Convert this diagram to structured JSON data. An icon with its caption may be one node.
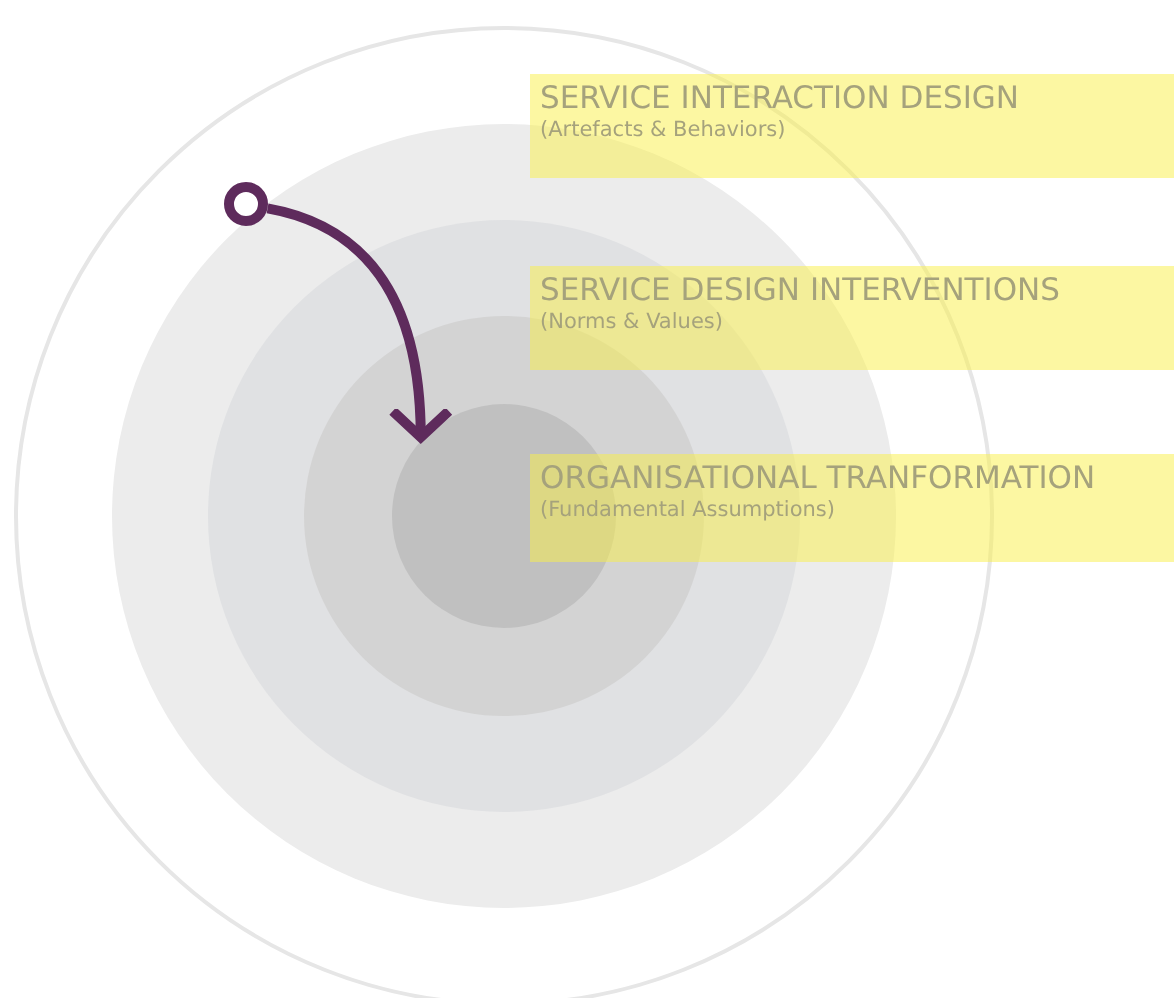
{
  "diagram": {
    "nodes": [
      {
        "text": [],
        "shape": "circle"
      },
      {
        "text": [],
        "shape": "circle",
        "in": 0
      },
      {
        "text": [],
        "shape": "circle",
        "in": 1
      },
      {
        "text": [],
        "shape": "circle",
        "in": 2
      },
      {
        "text": [],
        "shape": "circle",
        "in": 3
      },
      {
        "text": [],
        "shape": "circle",
        "in": 1
      },
      {
        "text": [
          "SERVICE INTERACTION DESIGN",
          "(Artefacts & Behaviors)"
        ]
      },
      {
        "text": [
          "SERVICE DESIGN INTERVENTIONS",
          "(Norms & Values)"
        ]
      },
      {
        "text": [
          "ORGANISATIONAL TRANFORMATION",
          "(Fundamental Assumptions)"
        ]
      }
    ],
    "edges": [
      {
        "from": 5,
        "to": 4,
        "arrow": "to"
      }
    ]
  }
}
